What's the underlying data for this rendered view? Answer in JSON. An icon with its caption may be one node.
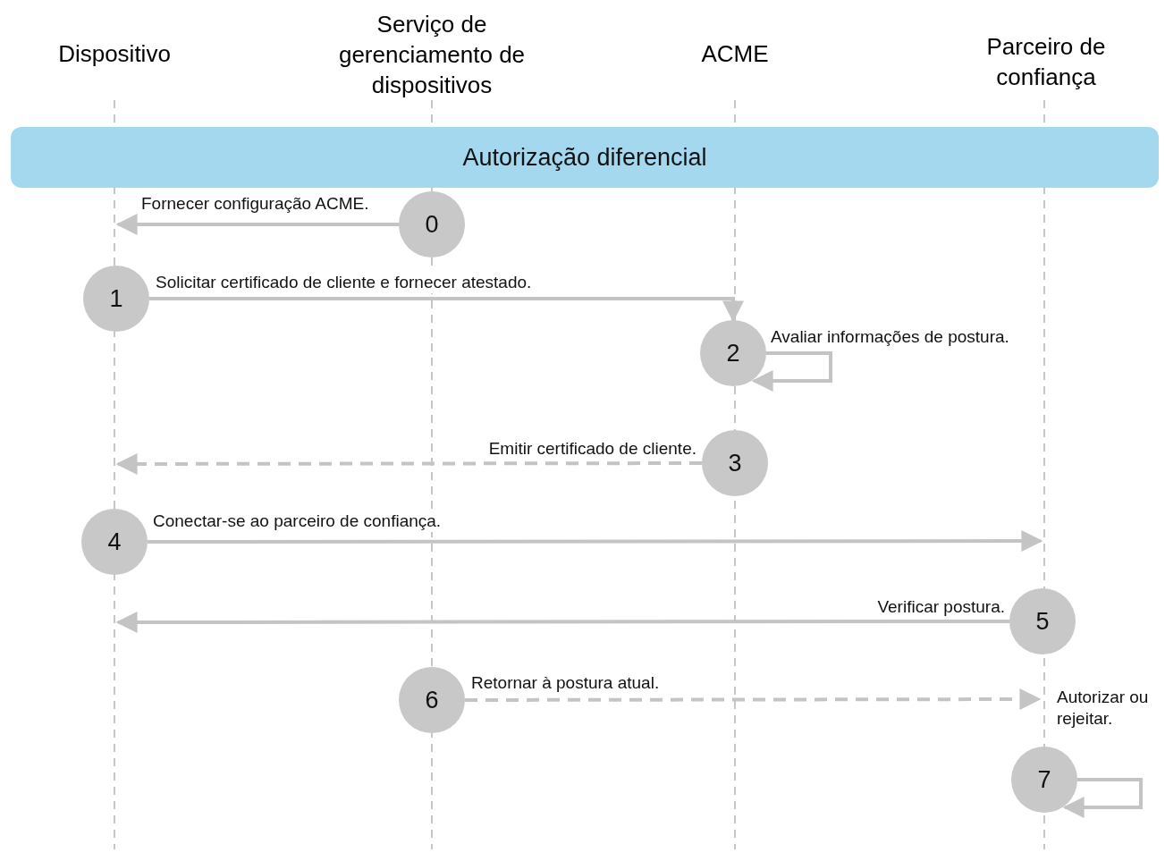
{
  "diagram": {
    "nodes": [
      {
        "text": [
          "Dispositivo"
        ]
      },
      {
        "text": [
          "Serviço de gerenciamento de dispositivos"
        ]
      },
      {
        "text": [
          "ACME"
        ]
      },
      {
        "text": [
          "Parceiro de confiança"
        ]
      },
      {
        "text": [
          "Autorização diferencial"
        ]
      },
      {
        "text": [
          "0"
        ]
      },
      {
        "text": [
          "1"
        ]
      },
      {
        "text": [
          "2"
        ]
      },
      {
        "text": [
          "3"
        ]
      },
      {
        "text": [
          "4"
        ]
      },
      {
        "text": [
          "5"
        ]
      },
      {
        "text": [
          "6"
        ]
      },
      {
        "text": [
          "7"
        ]
      }
    ],
    "edges": [
      {
        "from": 5,
        "to": null,
        "arrow": "to",
        "label": "Fornecer configuração ACME."
      },
      {
        "from": 6,
        "to": 7,
        "arrow": "to",
        "label": "Solicitar certificado de cliente e fornecer atestado."
      },
      {
        "from": 7,
        "to": 7,
        "arrow": "to",
        "label": "Avaliar informações de postura."
      },
      {
        "from": 8,
        "to": null,
        "arrow": "to",
        "label": "Emitir certificado de cliente.",
        "style": "dashed"
      },
      {
        "from": 9,
        "to": null,
        "arrow": "to",
        "label": "Conectar-se ao parceiro de confiança."
      },
      {
        "from": 10,
        "to": null,
        "arrow": "to",
        "label": "Verificar postura."
      },
      {
        "from": 11,
        "to": null,
        "arrow": "to",
        "label": "Retornar à postura atual.",
        "style": "dashed"
      },
      {
        "from": 12,
        "to": 12,
        "arrow": "to",
        "label": "Autorizar ou rejeitar."
      }
    ]
  }
}
